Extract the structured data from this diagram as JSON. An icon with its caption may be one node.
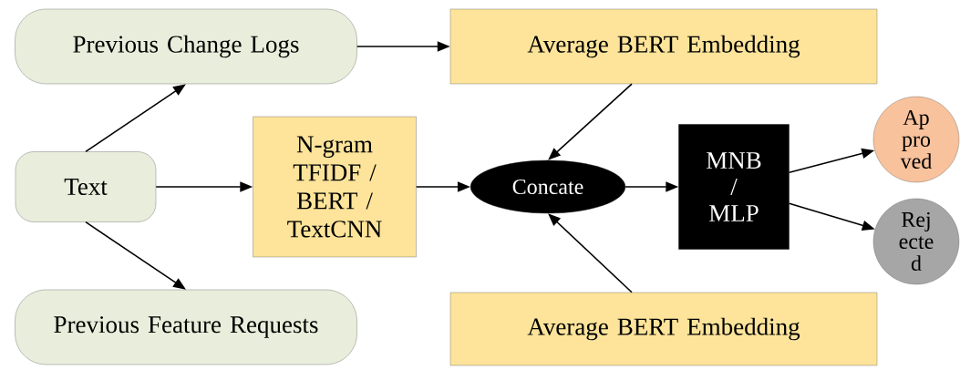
{
  "diagram": {
    "nodes": [
      {
        "text": [
          "Previous Change Logs"
        ]
      },
      {
        "text": [
          "Average BERT Embedding"
        ]
      },
      {
        "text": [
          "Text"
        ]
      },
      {
        "text": [
          "N-gram TFIDF / BERT / TextCNN"
        ]
      },
      {
        "text": [
          "Concate"
        ]
      },
      {
        "text": [
          "MNB / MLP"
        ]
      },
      {
        "text": [
          "Ap pro ved"
        ]
      },
      {
        "text": [
          "Rej ecte d"
        ]
      },
      {
        "text": [
          "Previous Feature Requests"
        ]
      },
      {
        "text": [
          "Average BERT Embedding"
        ]
      }
    ],
    "edges": [
      {
        "from": 0,
        "to": 1,
        "arrow": "to"
      },
      {
        "from": 2,
        "to": 0,
        "arrow": "to"
      },
      {
        "from": 2,
        "to": 3,
        "arrow": "to"
      },
      {
        "from": 2,
        "to": 8,
        "arrow": "to"
      },
      {
        "from": 3,
        "to": 4,
        "arrow": "to"
      },
      {
        "from": 1,
        "to": 4,
        "arrow": "to"
      },
      {
        "from": 9,
        "to": 4,
        "arrow": "to"
      },
      {
        "from": 4,
        "to": 5,
        "arrow": "to"
      },
      {
        "from": 5,
        "to": 6,
        "arrow": "to"
      },
      {
        "from": 5,
        "to": 7,
        "arrow": "to"
      }
    ]
  }
}
